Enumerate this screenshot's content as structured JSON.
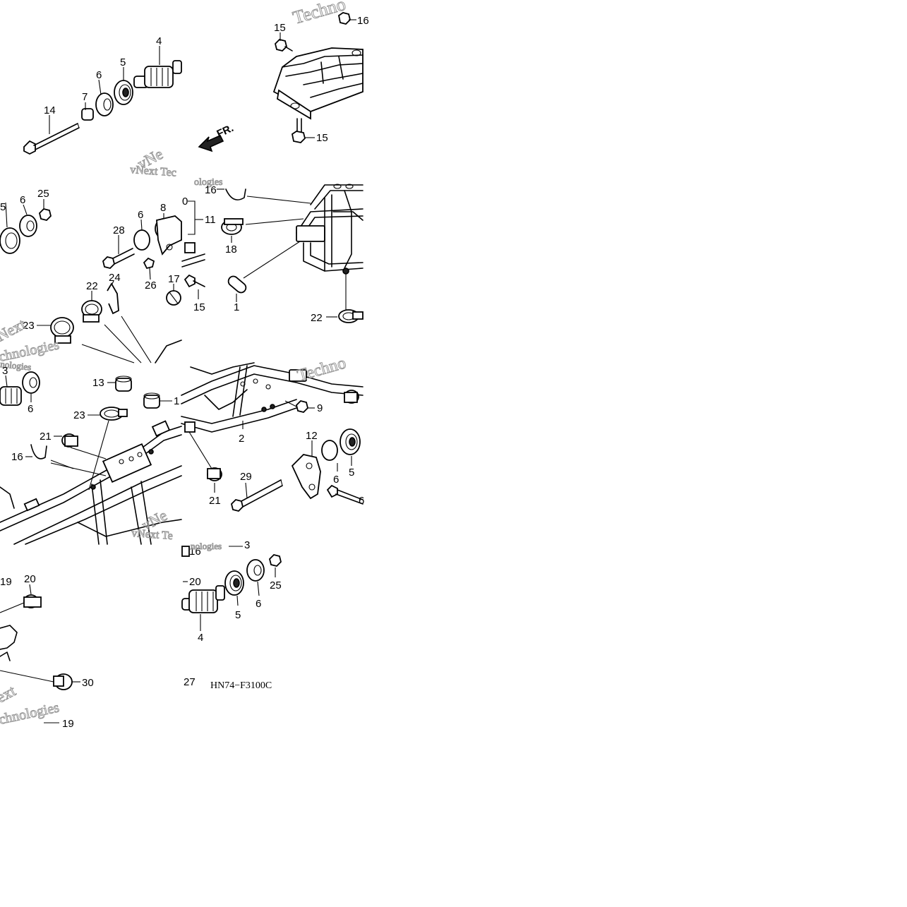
{
  "diagram": {
    "figure_code": "HN74−F3100C",
    "direction_label": "FR.",
    "watermark_parts": [
      "Techno",
      "vNext Tec",
      "vNe",
      "ologies",
      "Next",
      "chnologies",
      "nologies",
      "Techno",
      "vNext Te",
      "vNe",
      "nologies",
      "ext",
      "chnologies"
    ],
    "callouts": [
      "14",
      "7",
      "6",
      "5",
      "4",
      "15",
      "15",
      "16",
      "5",
      "6",
      "25",
      "28",
      "6",
      "8",
      "26",
      "22",
      "24",
      "17",
      "23",
      "15",
      "0",
      "11",
      "16",
      "18",
      "1",
      "22",
      "3",
      "6",
      "13",
      "1",
      "23",
      "21",
      "16",
      "9",
      "2",
      "12",
      "6",
      "5",
      "29",
      "21",
      "6",
      "16",
      "19",
      "3",
      "20",
      "30",
      "19",
      "20",
      "5",
      "6",
      "25",
      "4",
      "27"
    ]
  }
}
